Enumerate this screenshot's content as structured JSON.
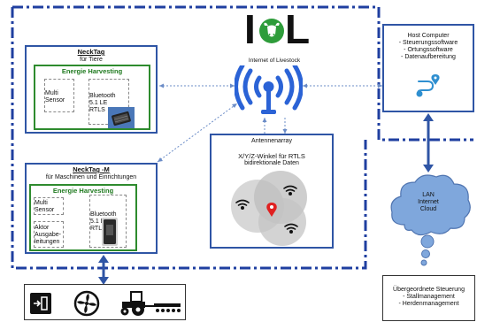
{
  "logo": {
    "letter_i": "I",
    "letter_l": "L",
    "caption": "Internet of Livestock"
  },
  "necktag_animals": {
    "title": "NeckTag",
    "subtitle": "für Tiere",
    "energy": "Energie Harvesting",
    "sensor": [
      "Multi",
      "Sensor"
    ],
    "bluetooth": [
      "Bluetooth",
      "5.1 LE",
      "RTLS"
    ]
  },
  "necktag_machines": {
    "title": "NeckTag -M",
    "subtitle": "für Maschinen und Einrichtungen",
    "energy": "Energie Harvesting",
    "sensor": [
      "Multi",
      "Sensor"
    ],
    "bluetooth": [
      "Bluetooth",
      "5.1 LE",
      "RTLS"
    ],
    "actuator": [
      "Aktor",
      "Ausgabe-",
      "leitungen"
    ]
  },
  "antenna": {
    "title": "Antennenarray",
    "line1": "X/Y/Z-Winkel für RTLS",
    "line2": "bidirektionale Daten"
  },
  "host": {
    "lines": [
      "Host Computer",
      "- Steuerungssoftware",
      "- Ortungssoftware",
      "- Datenaufbereitung"
    ]
  },
  "cloud": {
    "lines": [
      "LAN",
      "Internet",
      "Cloud"
    ]
  },
  "control": {
    "lines": [
      "Übergeordnete Steuerung",
      "- Stallmanagement",
      "- Herdenmanagement"
    ]
  },
  "colors": {
    "blue_border": "#2f55a5",
    "navy_dash": "#1f3fa0",
    "green": "#2e8b2e",
    "cloud": "#7fa7dc",
    "antenna_blue": "#2b63d6"
  },
  "icons": [
    "cow-head-icon",
    "radio-tower-icon",
    "location-route-icon",
    "exit-door-icon",
    "fan-icon",
    "tractor-icon",
    "map-pin-icon",
    "wifi-icon"
  ]
}
